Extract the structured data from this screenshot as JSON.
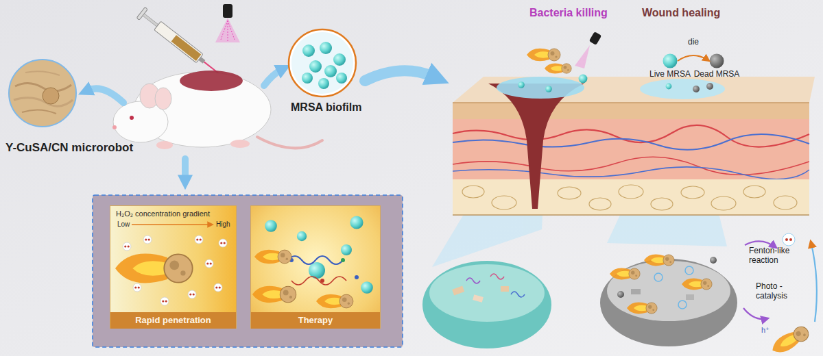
{
  "diagram": {
    "nodes": [
      {
        "text": [
          "Y-CuSA/CN microrobot"
        ]
      },
      {
        "text": [
          "MRSA biofilm"
        ]
      },
      {
        "text": [
          "H₂O₂ concentration gradient",
          "Low",
          "High",
          "Rapid penetration"
        ]
      },
      {
        "text": [
          "Therapy"
        ]
      },
      {
        "text": [
          "Live MRSA"
        ]
      },
      {
        "text": [
          "Dead MRSA"
        ]
      },
      {
        "text": [
          "Fenton-like reaction",
          "Photo -catalysis",
          "h⁺"
        ]
      }
    ],
    "edges": [
      {
        "from": 4,
        "to": 5,
        "label": "die",
        "arrow": "to"
      }
    ],
    "labels": [
      "Bacteria killing",
      "Wound healing"
    ]
  }
}
